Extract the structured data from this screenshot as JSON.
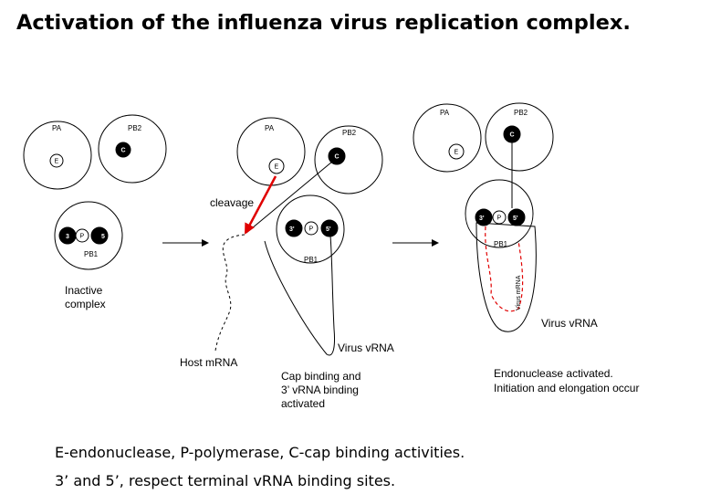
{
  "title": "Activation of the influenza virus replication complex.",
  "subunits": {
    "pa": "PA",
    "pb2": "PB2",
    "pb1": "PB1"
  },
  "sites": {
    "e": "E",
    "c": "C",
    "p": "P",
    "three": "3",
    "five": "5",
    "three_prime": "3'",
    "five_prime": "5'"
  },
  "panel1": {
    "caption_line1": "Inactive",
    "caption_line2": "complex"
  },
  "panel2": {
    "cleavage": "cleavage",
    "host_mrna": "Host mRNA",
    "virus_vrna": "Virus vRNA",
    "caption_line1": "Cap binding and",
    "caption_line2": "3’ vRNA binding",
    "caption_line3": "activated"
  },
  "panel3": {
    "virus_mrna": "Virus mRNA",
    "virus_vrna": "Virus vRNA",
    "caption_line1": "Endonuclease activated.",
    "caption_line2": "Initiation and elongation occur"
  },
  "footer": {
    "line1": "E-endonuclease, P-polymerase, C-cap binding activities.",
    "line2": "3’ and 5’,  respect terminal vRNA binding sites."
  },
  "colors": {
    "cleavage_arrow": "#e00000",
    "mrna_dash": "#e00000"
  }
}
